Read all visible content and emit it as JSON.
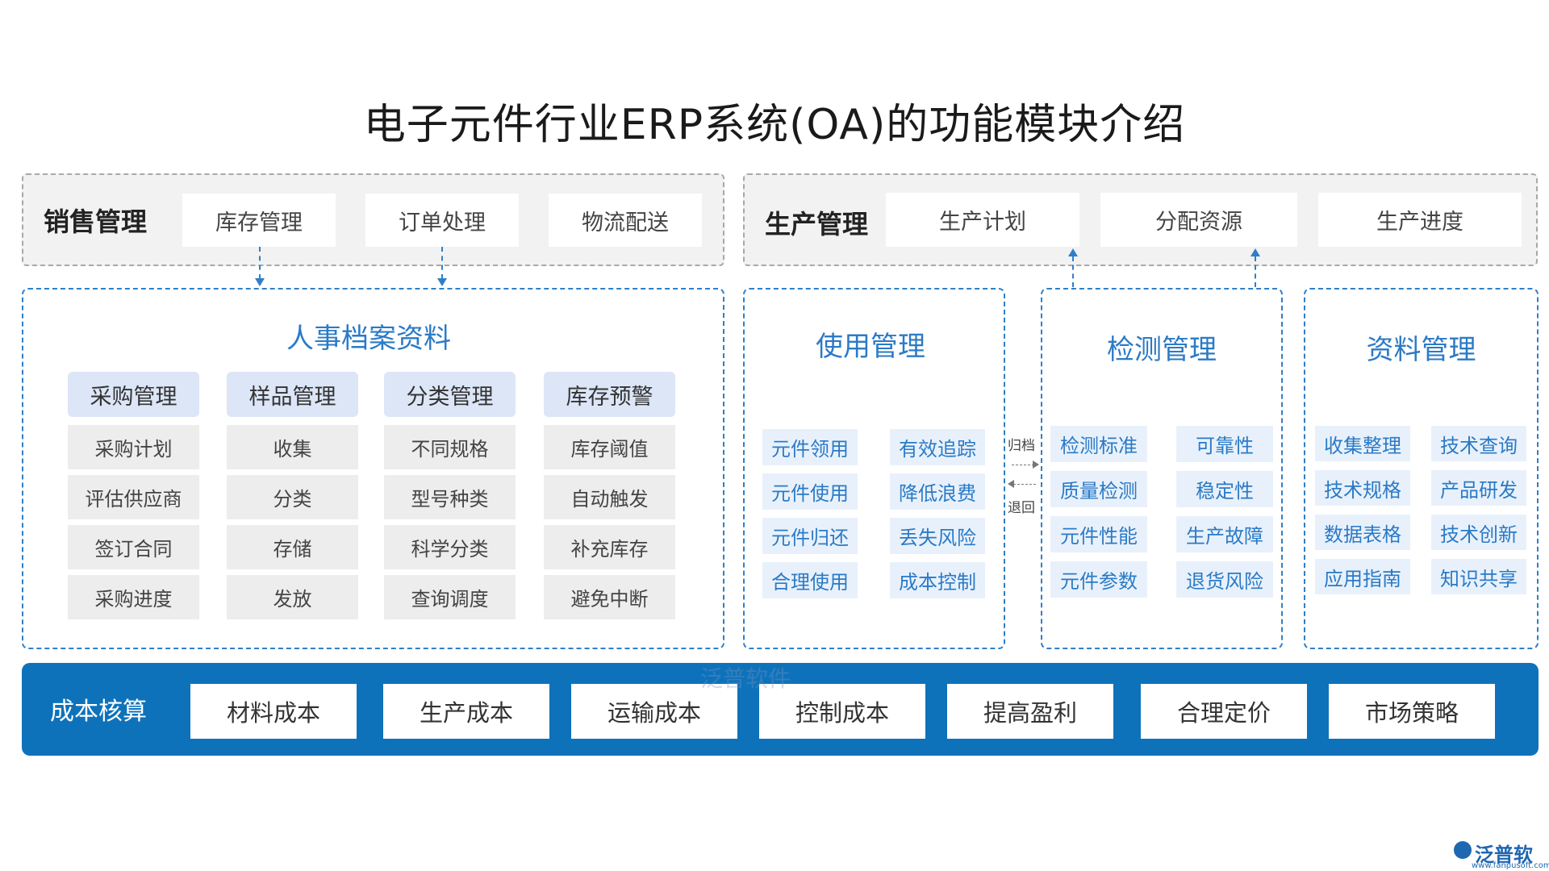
{
  "title": "电子元件行业ERP系统(OA)的功能模块介绍",
  "sales": {
    "label": "销售管理",
    "items": [
      "库存管理",
      "订单处理",
      "物流配送"
    ]
  },
  "production": {
    "label": "生产管理",
    "items": [
      "生产计划",
      "分配资源",
      "生产进度"
    ]
  },
  "hr": {
    "title": "人事档案资料",
    "columns": [
      {
        "header": "采购管理",
        "items": [
          "采购计划",
          "评估供应商",
          "签订合同",
          "采购进度"
        ]
      },
      {
        "header": "样品管理",
        "items": [
          "收集",
          "分类",
          "存储",
          "发放"
        ]
      },
      {
        "header": "分类管理",
        "items": [
          "不同规格",
          "型号种类",
          "科学分类",
          "查询调度"
        ]
      },
      {
        "header": "库存预警",
        "items": [
          "库存阈值",
          "自动触发",
          "补充库存",
          "避免中断"
        ]
      }
    ]
  },
  "usage": {
    "title": "使用管理",
    "left": [
      "元件领用",
      "元件使用",
      "元件归还",
      "合理使用"
    ],
    "right": [
      "有效追踪",
      "降低浪费",
      "丢失风险",
      "成本控制"
    ]
  },
  "link": {
    "top": "归档",
    "bottom": "退回"
  },
  "testing": {
    "title": "检测管理",
    "left": [
      "检测标准",
      "质量检测",
      "元件性能",
      "元件参数"
    ],
    "right": [
      "可靠性",
      "稳定性",
      "生产故障",
      "退货风险"
    ]
  },
  "docs": {
    "title": "资料管理",
    "left": [
      "收集整理",
      "技术规格",
      "数据表格",
      "应用指南"
    ],
    "right": [
      "技术查询",
      "产品研发",
      "技术创新",
      "知识共享"
    ]
  },
  "cost": {
    "label": "成本核算",
    "items": [
      "材料成本",
      "生产成本",
      "运输成本",
      "控制成本",
      "提高盈利",
      "合理定价",
      "市场策略"
    ]
  },
  "watermark": "泛普软件",
  "logo": {
    "name": "泛普软件",
    "url": "www.fanpusoft.com"
  },
  "colors": {
    "accent": "#2f7fc8",
    "bar": "#0e72bb",
    "header_bg": "#dce6f7"
  }
}
